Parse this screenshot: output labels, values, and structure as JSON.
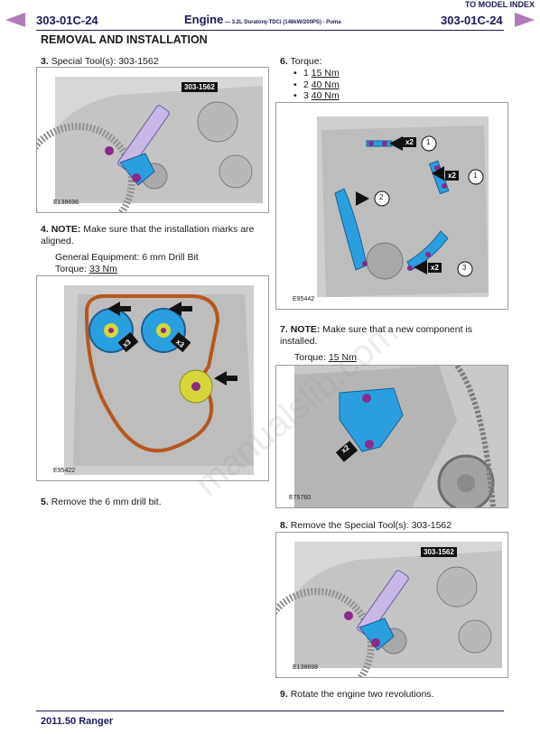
{
  "header": {
    "model_index_link": "TO MODEL INDEX",
    "left_code": "303-01C-24",
    "right_code": "303-01C-24",
    "title_main": "Engine",
    "title_sub": " — 3.2L Duratorq-TDCi (148kW/200PS) - Puma"
  },
  "section_title": "REMOVAL AND INSTALLATION",
  "watermark": "manualslib.com",
  "steps": {
    "s3": {
      "num": "3.",
      "text": "Special Tool(s): 303-1562",
      "tool_label": "303-1562",
      "fig_id": "E138698"
    },
    "s4": {
      "num": "4.",
      "note_label": "NOTE:",
      "note_text": " Make sure that the installation marks are aligned.",
      "equipment": "General Equipment: 6 mm Drill Bit",
      "torque_label": "Torque: ",
      "torque_value": "33 Nm",
      "fig_id": "E95422",
      "callout": "x3"
    },
    "s5": {
      "num": "5.",
      "text": "Remove the 6 mm drill bit."
    },
    "s6": {
      "num": "6.",
      "text": "Torque:",
      "items": [
        {
          "n": "1",
          "v": "15 Nm"
        },
        {
          "n": "2",
          "v": "40 Nm"
        },
        {
          "n": "3",
          "v": "40 Nm"
        }
      ],
      "fig_id": "E95442",
      "callouts": [
        {
          "mult": "x2",
          "num": "1"
        },
        {
          "mult": "x2",
          "num": "1"
        },
        {
          "num": "2"
        },
        {
          "mult": "x2",
          "num": "3"
        }
      ]
    },
    "s7": {
      "num": "7.",
      "note_label": "NOTE:",
      "note_text": " Make sure that a new component is installed.",
      "torque_label": "Torque: ",
      "torque_value": "15 Nm",
      "fig_id": "E75760",
      "callout": "x2"
    },
    "s8": {
      "num": "8.",
      "text": "Remove the Special Tool(s): 303-1562",
      "tool_label": "303-1562",
      "fig_id": "E138698"
    },
    "s9": {
      "num": "9.",
      "text": "Rotate the engine two revolutions."
    }
  },
  "footer": {
    "model": "2011.50 Ranger"
  },
  "colors": {
    "nav_arrow": "#b07bb8",
    "title": "#1a1a5a",
    "tool_blue": "#2a9fe0",
    "bolt_purple": "#8a2a8a",
    "belt": "#b5581f"
  }
}
